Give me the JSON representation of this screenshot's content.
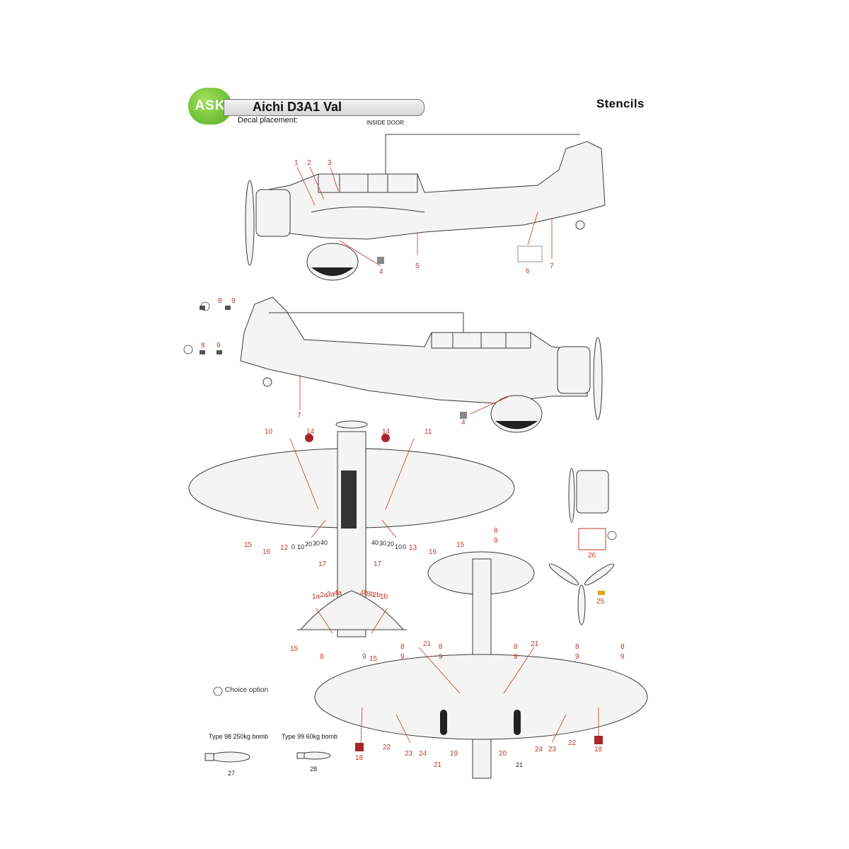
{
  "header": {
    "logo_text": "ASK",
    "title": "Aichi D3A1 Val",
    "subtitle": "Decal placement:",
    "inside_door": "INSIDE DOOR",
    "section": "Stencils"
  },
  "legend": {
    "choice_option": "Choice option",
    "bomb_250": "Type 98 250kg bomb",
    "bomb_60": "Type 99 60kg bomb"
  },
  "colors": {
    "accent_green": "#4fae25",
    "marker_red": "#c0392b",
    "insignia_red": "#a8262b"
  },
  "callouts": {
    "n1": "1",
    "n2": "2",
    "n3": "3",
    "n4": "4",
    "n5": "5",
    "n6": "6",
    "n7": "7",
    "n8": "8",
    "n9": "9",
    "n10": "10",
    "n11": "11",
    "n12": "12",
    "n13": "13",
    "n14": "14",
    "n15": "15",
    "n16": "16",
    "n17": "17",
    "n18": "18",
    "n19": "19",
    "n20": "20",
    "n21": "21",
    "n22": "22",
    "n23": "23",
    "n24": "24",
    "n25": "25",
    "n26": "26",
    "n27": "27",
    "n28": "28"
  },
  "scale_marks": [
    "0",
    "10",
    "20",
    "30",
    "40"
  ],
  "tab_marks": {
    "left": [
      "1a",
      "2a",
      "3a",
      "4a"
    ],
    "right": [
      "4b",
      "3b",
      "2b",
      "1b"
    ]
  }
}
